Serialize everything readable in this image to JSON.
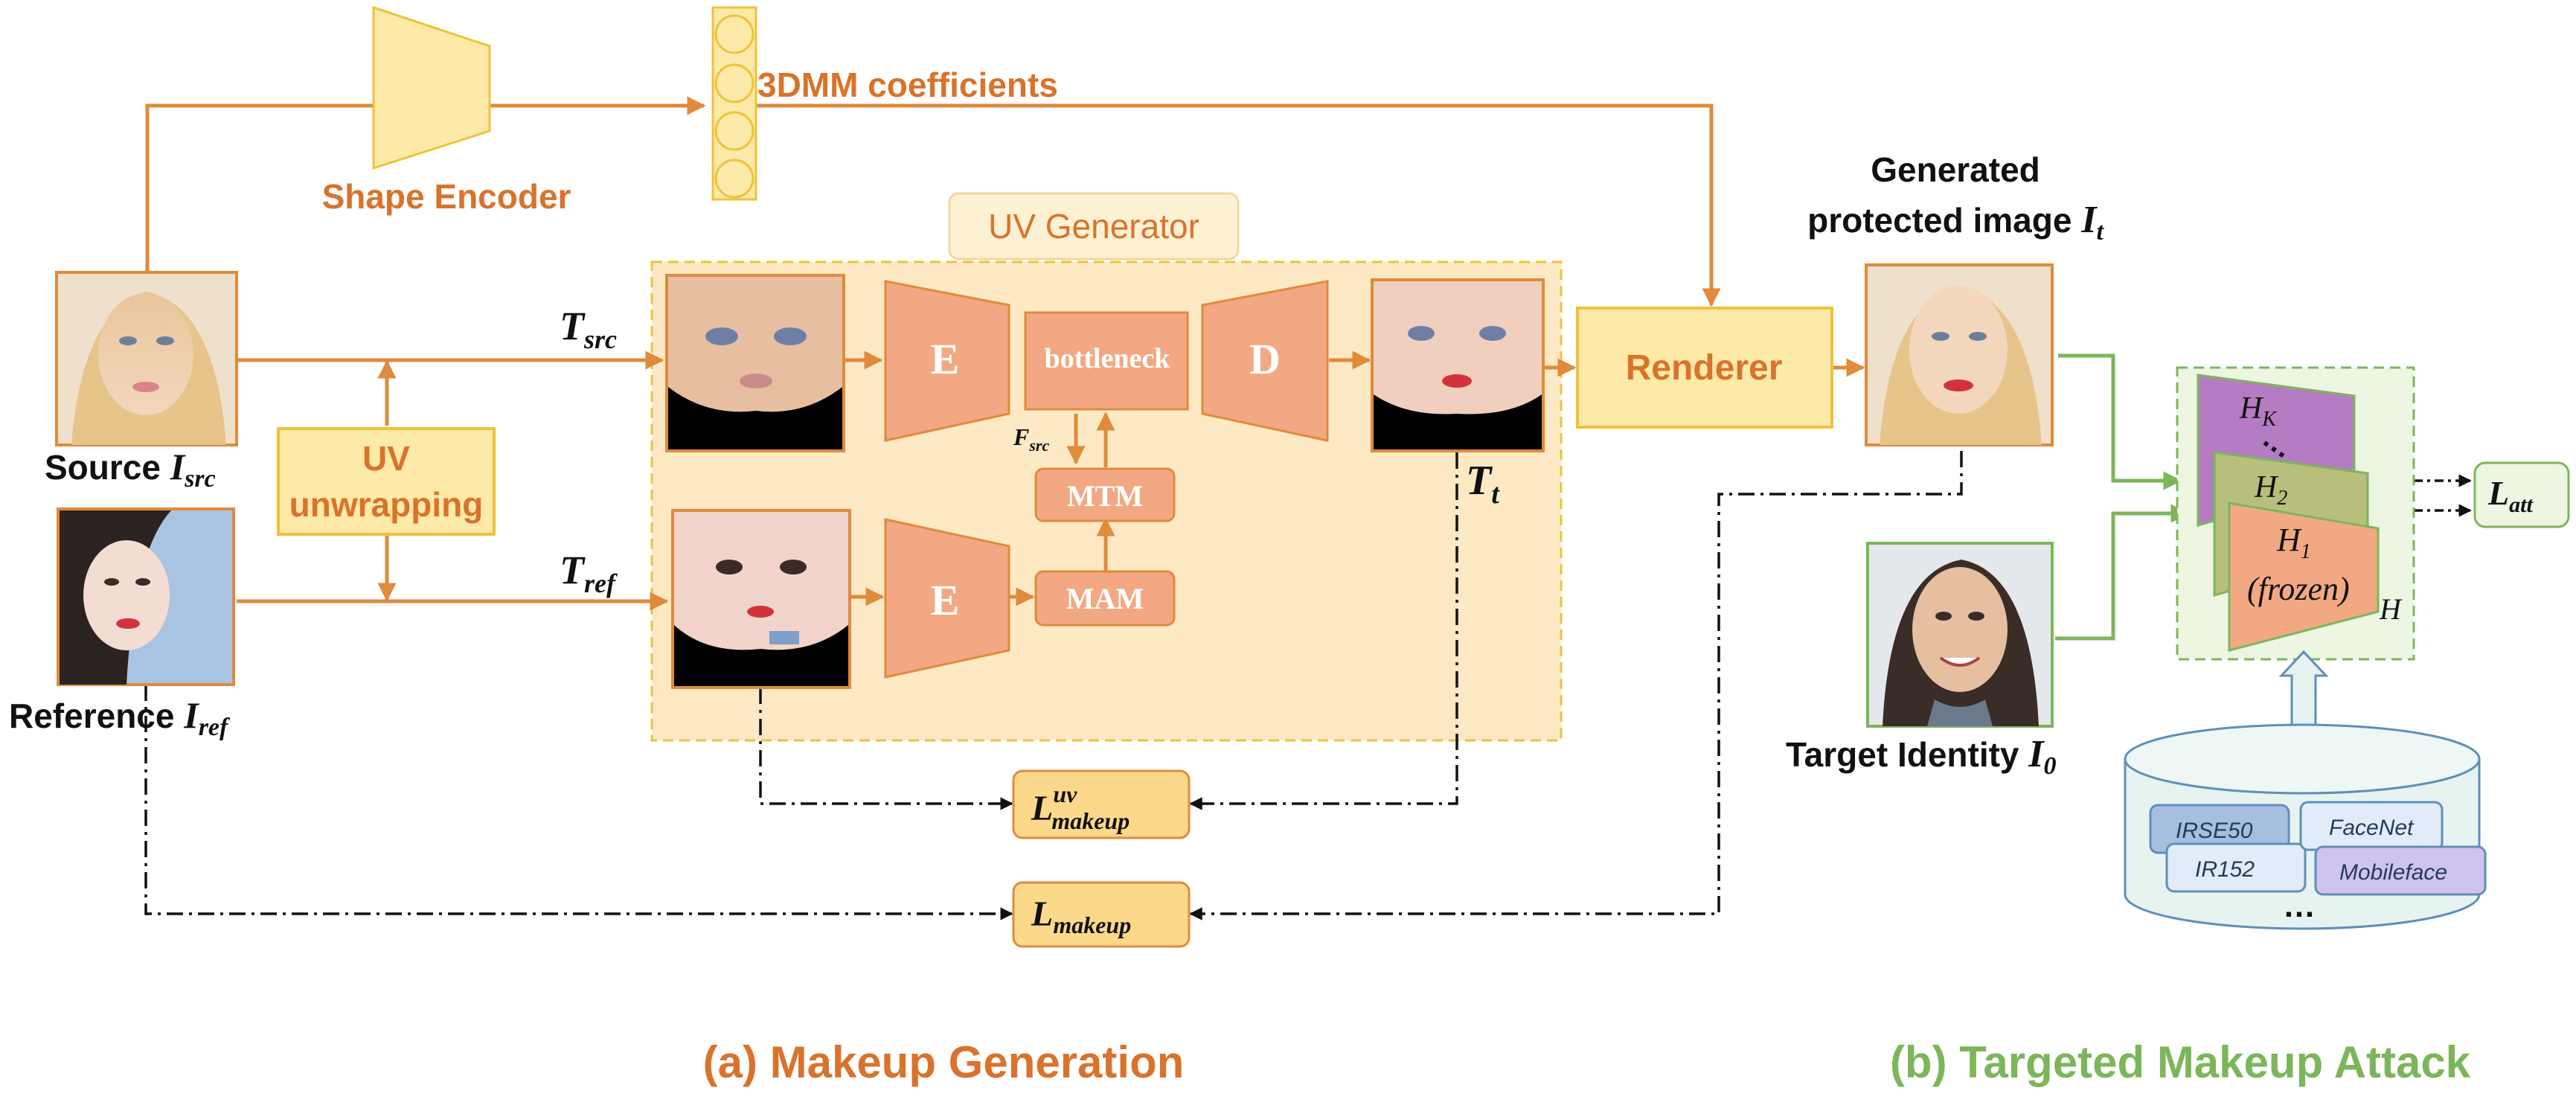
{
  "shape_encoder": "Shape Encoder",
  "coefficients": "3DMM coefficients",
  "uv_generator": "UV Generator",
  "uv_unwrapping": [
    "UV",
    "unwrapping"
  ],
  "source": {
    "word": "Source",
    "var": "I",
    "sub": "src"
  },
  "reference": {
    "word": "Reference",
    "var": "I",
    "sub": "ref"
  },
  "t_src": {
    "var": "T",
    "sub": "src"
  },
  "t_ref": {
    "var": "T",
    "sub": "ref"
  },
  "t_t": {
    "var": "T",
    "sub": "t"
  },
  "f_src": {
    "var": "F",
    "sub": "src"
  },
  "encoder_letter": "E",
  "decoder_letter": "D",
  "bottleneck": "bottleneck",
  "mtm": "MTM",
  "mam": "MAM",
  "renderer": "Renderer",
  "generated": {
    "line1": "Generated",
    "line2": "protected image",
    "var": "I",
    "sub": "t"
  },
  "target_identity": {
    "word": "Target Identity",
    "var": "I",
    "sub": "0"
  },
  "loss_uv": {
    "var": "L",
    "sup": "uv",
    "sub": "makeup"
  },
  "loss_makeup": {
    "var": "L",
    "sub": "makeup"
  },
  "loss_att": {
    "var": "L",
    "sub": "att"
  },
  "models": {
    "hk": {
      "var": "H",
      "sub": "K"
    },
    "h2": {
      "var": "H",
      "sub": "2"
    },
    "h1": {
      "var": "H",
      "sub": "1"
    },
    "frozen": "(frozen)",
    "h": "H",
    "dots": "…"
  },
  "pool": [
    "IRSE50",
    "FaceNet",
    "IR152",
    "Mobileface"
  ],
  "pool_ellipsis": "…",
  "caption_a": "(a) Makeup Generation",
  "caption_b": "(b) Targeted Makeup Attack",
  "colors": {
    "orange_arrow": "#e08a3c",
    "yellow_box": "#fce9a8",
    "yellow_border": "#f0c23a",
    "uv_panel": "#fde9c4",
    "salmon": "#f2a983",
    "green": "#7cb65a",
    "purple": "#b57cc3",
    "olive": "#b8bf7c",
    "cylinder": "#e6f3f1"
  }
}
